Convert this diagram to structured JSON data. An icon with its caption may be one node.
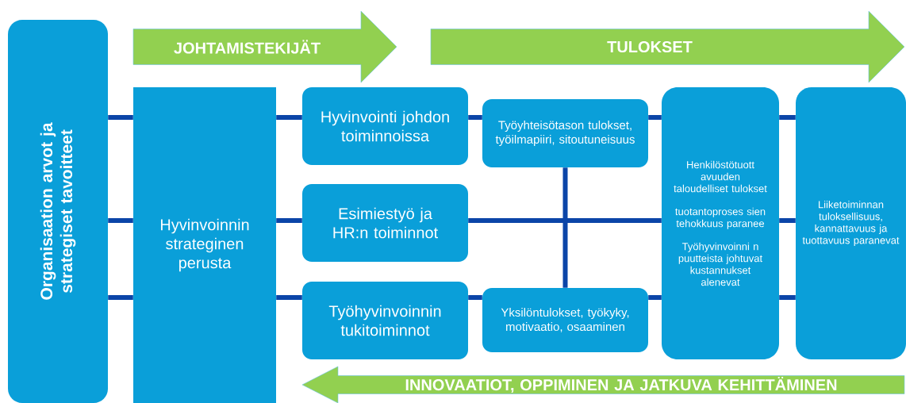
{
  "diagram": {
    "nodes": [
      {
        "text": [
          "Organisaation arvot ja strategiset tavoitteet"
        ]
      },
      {
        "text": [
          "JOHTAMISTEKIJÄT"
        ]
      },
      {
        "text": [
          "TULOKSET"
        ]
      },
      {
        "text": [
          "Hyvinvoinnin strateginen perusta"
        ]
      },
      {
        "text": [
          "Hyvinvointi johdon toiminnoissa"
        ]
      },
      {
        "text": [
          "Esimiestyö ja HR:n toiminnot"
        ]
      },
      {
        "text": [
          "Työhyvinvoinnin tukitoiminnot"
        ]
      },
      {
        "text": [
          "Työyhteisötason tulokset, työilmapiiri, sitoutuneisuus"
        ]
      },
      {
        "text": [
          "Yksilöntulokset, työkyky, motivaatio, osaaminen"
        ]
      },
      {
        "text": [
          "Henkilöstötuott avuuden taloudelliset tulokset",
          "tuotantoproses sien tehokkuus paranee",
          "Työhyvinvoinni n puutteista johtuvat kustannukset alenevat"
        ]
      },
      {
        "text": [
          "Liiketoiminnan tuloksellisuus, kannattavuus ja tuottavuus paranevat"
        ]
      },
      {
        "text": [
          "INNOVAATIOT, OPPIMINEN JA JATKUVA KEHITTÄMINEN"
        ]
      }
    ],
    "edges": [
      {
        "from": 0,
        "to": 3,
        "arrow": "none"
      },
      {
        "from": 0,
        "to": 3,
        "arrow": "none"
      },
      {
        "from": 0,
        "to": 3,
        "arrow": "none"
      },
      {
        "from": 3,
        "to": 4,
        "arrow": "none"
      },
      {
        "from": 3,
        "to": 5,
        "arrow": "none"
      },
      {
        "from": 3,
        "to": 6,
        "arrow": "none"
      },
      {
        "from": 4,
        "to": 7,
        "arrow": "none"
      },
      {
        "from": 5,
        "to": 9,
        "arrow": "none"
      },
      {
        "from": 6,
        "to": 8,
        "arrow": "none"
      },
      {
        "from": 7,
        "to": 8,
        "arrow": "none"
      },
      {
        "from": 7,
        "to": 9,
        "arrow": "none"
      },
      {
        "from": 8,
        "to": 9,
        "arrow": "none"
      },
      {
        "from": 9,
        "to": 10,
        "arrow": "none"
      },
      {
        "from": 9,
        "to": 10,
        "arrow": "none"
      },
      {
        "from": 9,
        "to": 10,
        "arrow": "none"
      }
    ]
  }
}
